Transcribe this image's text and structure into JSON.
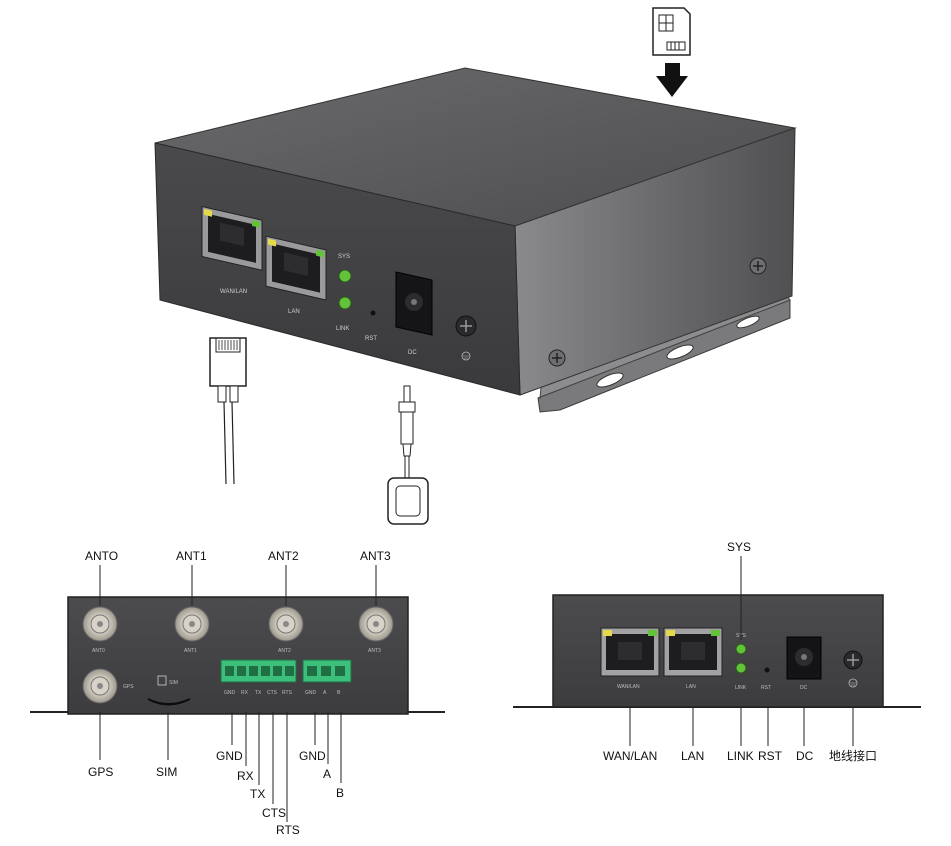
{
  "panel_labels": {
    "wan_lan": "WAN/LAN",
    "lan": "LAN",
    "sys": "SYS",
    "link": "LINK",
    "rst": "RST",
    "dc": "DC"
  },
  "front_panel": {
    "antennas": [
      "ANTO",
      "ANT1",
      "ANT2",
      "ANT3"
    ],
    "antenna_marks": [
      "ANT0",
      "ANT1",
      "ANT2",
      "ANT3"
    ],
    "gps_mark": "GPS",
    "sim_mark": "SIM",
    "terminal_marks": [
      "GND",
      "RX",
      "TX",
      "CTS",
      "RTS",
      "GND",
      "A",
      "B"
    ],
    "callouts": {
      "gps": "GPS",
      "sim": "SIM",
      "gnd1": "GND",
      "rx": "RX",
      "tx": "TX",
      "cts": "CTS",
      "rts": "RTS",
      "gnd2": "GND",
      "a": "A",
      "b": "B"
    }
  },
  "rear_panel": {
    "top_callout": "SYS",
    "callouts": {
      "wan_lan": "WAN/LAN",
      "lan": "LAN",
      "link": "LINK",
      "rst": "RST",
      "dc": "DC",
      "ground": "地线接口"
    }
  },
  "colors": {
    "case_top": "#5b5b5d",
    "case_front": "#434345",
    "case_side": "#6e6e70",
    "led_green": "#62c23a",
    "led_yellow": "#e3d94a",
    "terminal_green": "#3dbf7c",
    "antenna_connector": "#c9c4b8"
  }
}
